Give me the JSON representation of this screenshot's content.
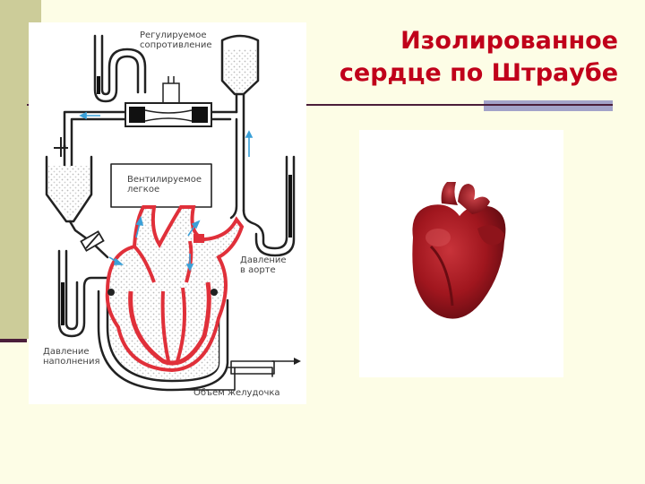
{
  "slide": {
    "title_line1": "Изолированное",
    "title_line2": "сердце по Штраубе"
  },
  "diagram": {
    "label_resistance_line1": "Регулируемое",
    "label_resistance_line2": "сопротивление",
    "label_lung_line1": "Вентилируемое",
    "label_lung_line2": "легкое",
    "label_aortic_line1": "Давление",
    "label_aortic_line2": "в аорте",
    "label_filling_line1": "Давление",
    "label_filling_line2": "наполнения",
    "label_volume": "Объем желудочка"
  },
  "colors": {
    "title": "#c0001a",
    "sidebar": "#cccc99",
    "rule": "#4b1e3a",
    "rule_accent": "#a3a3c9",
    "heart_red": "#e0303a",
    "arrow_blue": "#3aa0d8"
  }
}
